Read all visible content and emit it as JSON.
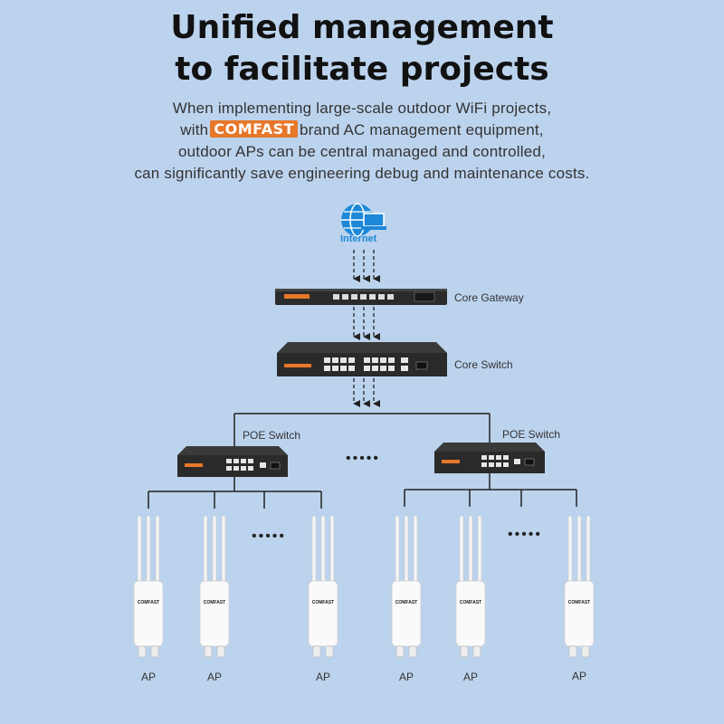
{
  "title": {
    "line1": "Unified management",
    "line2": "to facilitate projects"
  },
  "description": {
    "line1": "When implementing large-scale outdoor WiFi projects,",
    "line2_prefix": "with",
    "brand": "COMFAST",
    "line2_suffix": "brand AC management equipment,",
    "line3": "outdoor APs can be central managed and controlled,",
    "line4": "can significantly save engineering debug and maintenance costs."
  },
  "diagram": {
    "internet_label": "Internet",
    "core_gateway_label": "Core Gateway",
    "core_switch_label": "Core Switch",
    "poe_switch_label": "POE Switch",
    "device_brand": "COMFAST",
    "ellipsis": "•••••",
    "ap_label": "AP",
    "ap_count": 6
  },
  "colors": {
    "background": "#bcd3ee",
    "brand_orange": "#e8772a",
    "globe_blue": "#1e88d8"
  }
}
